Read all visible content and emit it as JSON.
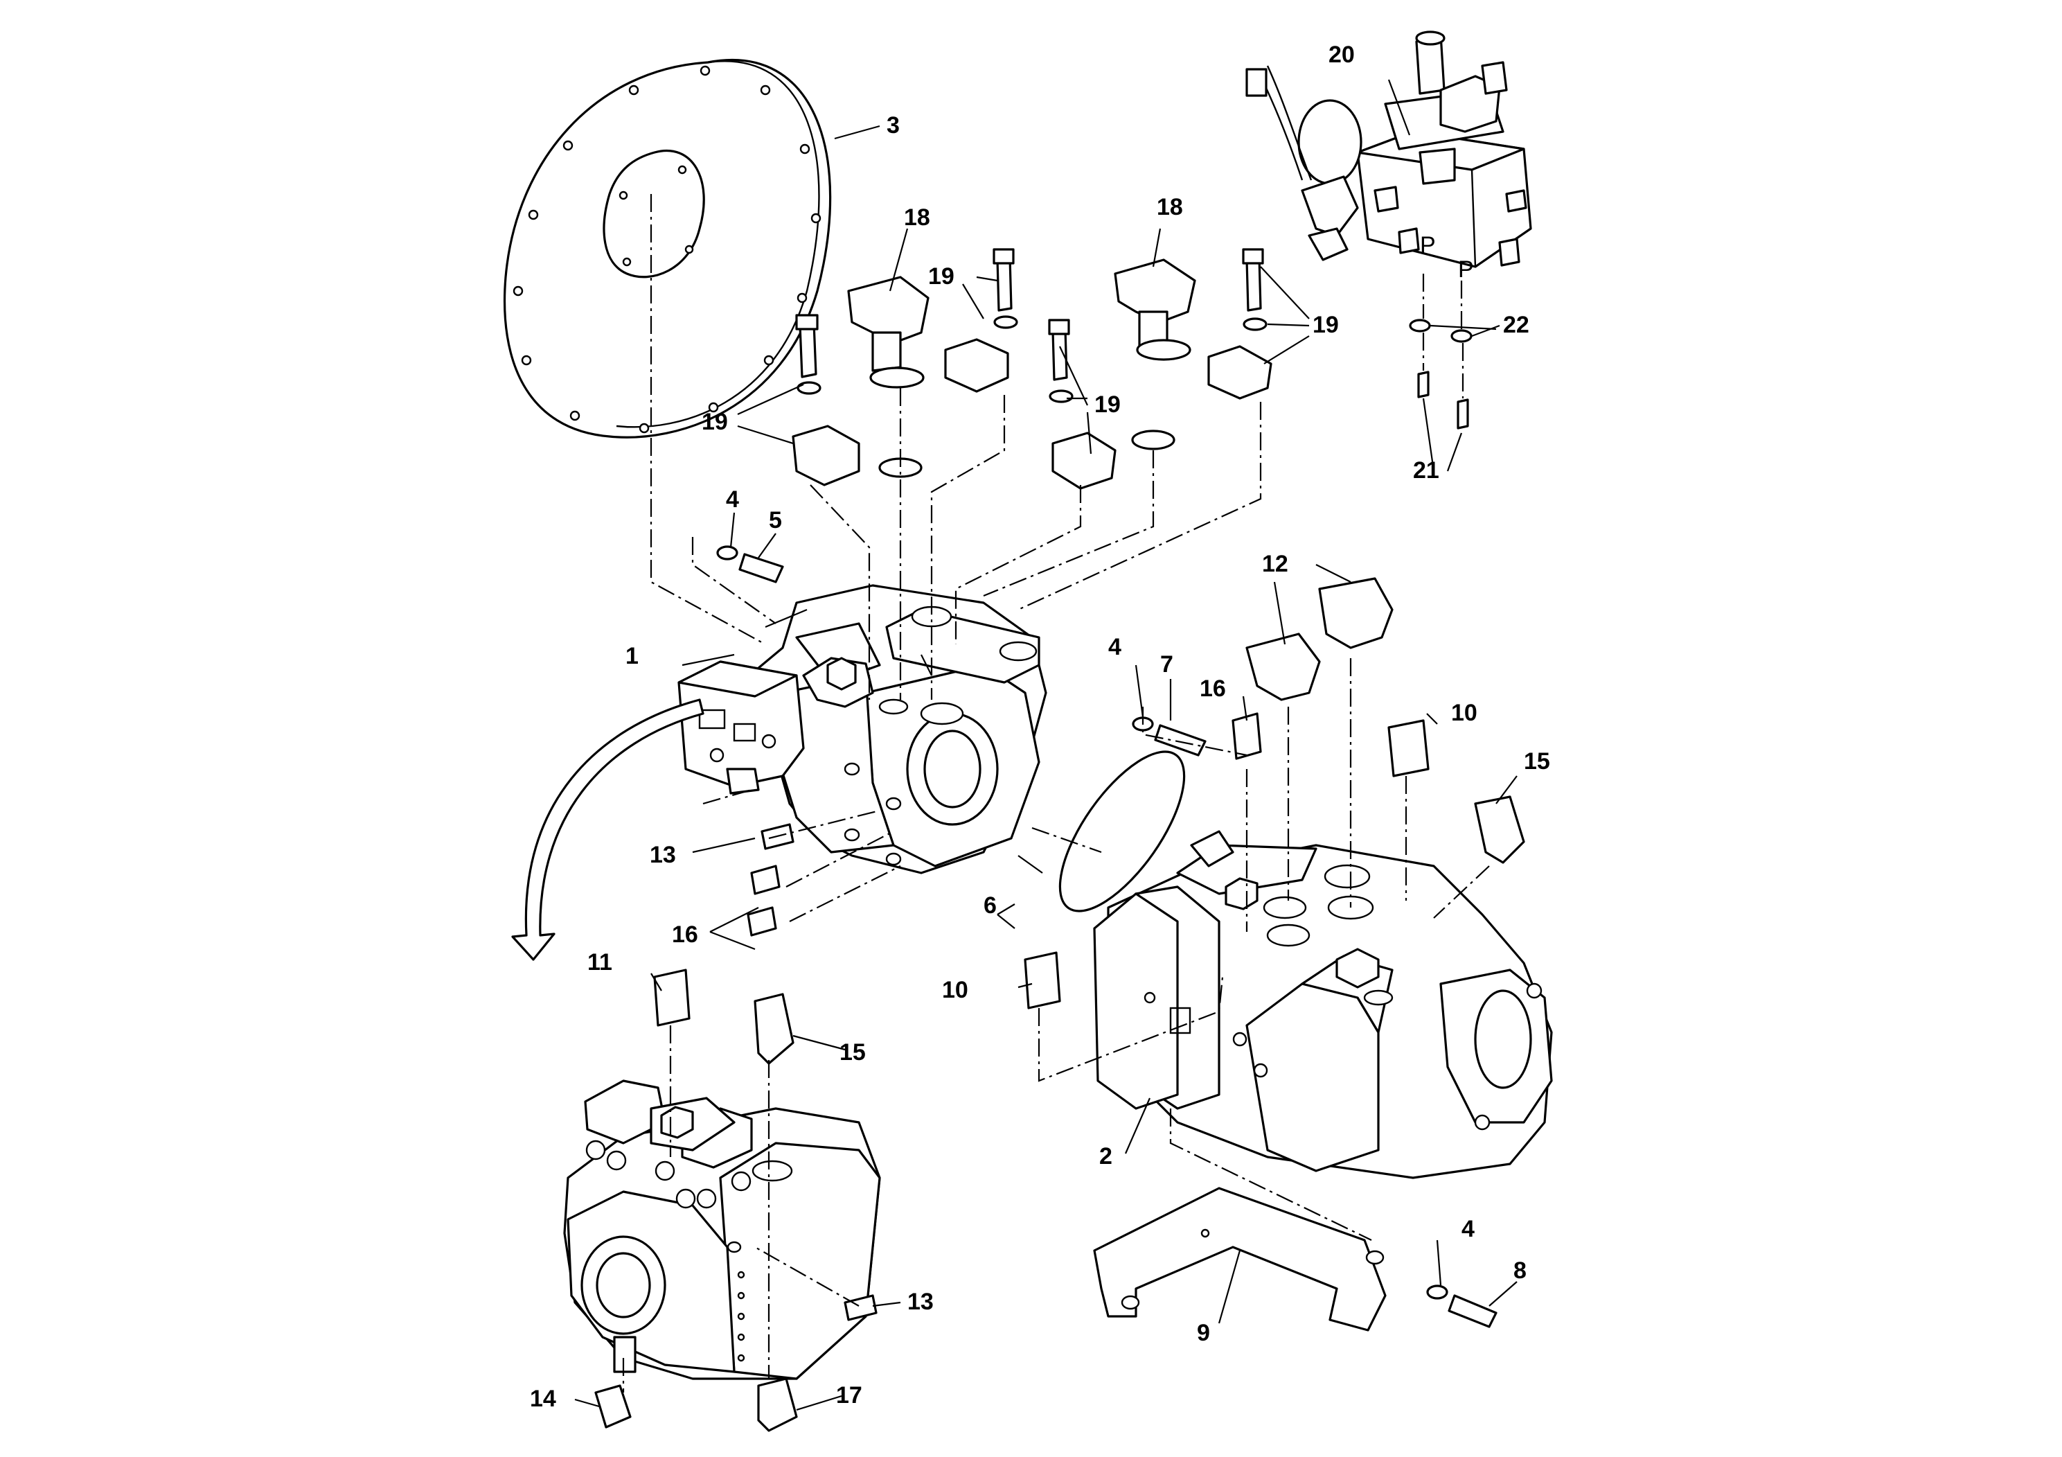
{
  "colors": {
    "ink": "#000000",
    "paper": "#ffffff"
  },
  "callouts": [
    {
      "id": "c1",
      "text": "1"
    },
    {
      "id": "c2",
      "text": "2"
    },
    {
      "id": "c3",
      "text": "3"
    },
    {
      "id": "c4a",
      "text": "4"
    },
    {
      "id": "c4b",
      "text": "4"
    },
    {
      "id": "c4c",
      "text": "4"
    },
    {
      "id": "c5",
      "text": "5"
    },
    {
      "id": "c6",
      "text": "6"
    },
    {
      "id": "c7",
      "text": "7"
    },
    {
      "id": "c8",
      "text": "8"
    },
    {
      "id": "c9",
      "text": "9"
    },
    {
      "id": "c10a",
      "text": "10"
    },
    {
      "id": "c10b",
      "text": "10"
    },
    {
      "id": "c11",
      "text": "11"
    },
    {
      "id": "c12",
      "text": "12"
    },
    {
      "id": "c13a",
      "text": "13"
    },
    {
      "id": "c13b",
      "text": "13"
    },
    {
      "id": "c14",
      "text": "14"
    },
    {
      "id": "c15a",
      "text": "15"
    },
    {
      "id": "c15b",
      "text": "15"
    },
    {
      "id": "c16a",
      "text": "16"
    },
    {
      "id": "c16b",
      "text": "16"
    },
    {
      "id": "c17",
      "text": "17"
    },
    {
      "id": "c18a",
      "text": "18"
    },
    {
      "id": "c18b",
      "text": "18"
    },
    {
      "id": "c19a",
      "text": "19"
    },
    {
      "id": "c19b",
      "text": "19"
    },
    {
      "id": "c19c",
      "text": "19"
    },
    {
      "id": "c19d",
      "text": "19"
    },
    {
      "id": "c20",
      "text": "20"
    },
    {
      "id": "c21",
      "text": "21"
    },
    {
      "id": "c22",
      "text": "22"
    }
  ],
  "valve_block": {
    "port_mark_1": "P",
    "port_mark_2": "P"
  }
}
